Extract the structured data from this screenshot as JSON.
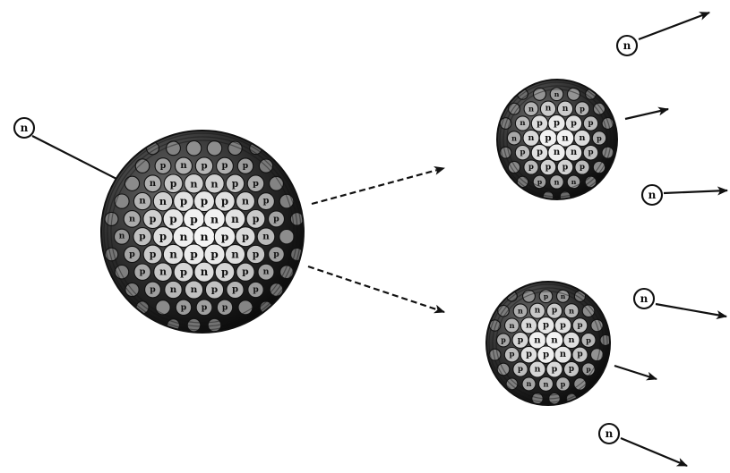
{
  "labels": {
    "neutron": "n",
    "proton": "p"
  },
  "colors": {
    "ink": "#111111",
    "paper": "#ffffff",
    "nucleon_light": "#f4f4f4",
    "sphere_dark": "#1a1a1a"
  },
  "icons": {
    "nucleus": "textured-sphere",
    "neutron": "circled-letter",
    "flow": "arrow"
  }
}
